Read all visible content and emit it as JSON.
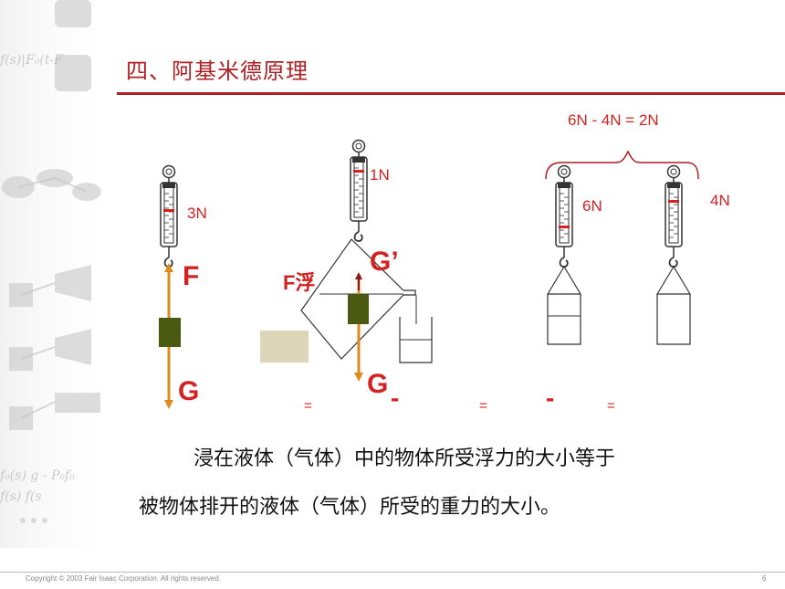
{
  "title": "四、阿基米德原理",
  "formula": "6N - 4N =  2N",
  "labels": {
    "s1_reading": "3N",
    "s2_reading": "1N",
    "s3_reading": "6N",
    "s4_reading": "4N",
    "f1": "F",
    "f_buoy": "F浮",
    "g_prime": "G’",
    "g1": "G",
    "g2": "G",
    "minus1": "-",
    "minus2": "-",
    "eq1": "=",
    "eq2": "=",
    "eq3": "="
  },
  "paragraph": {
    "line1": "浸在液体（气体）中的物体所受浮力的大小等于",
    "line2": "被物体排开的液体（气体）所受的重力的大小。"
  },
  "footer": "Copyright © 2003 Fair Isaac Corporation. All rights reserved.",
  "page_number": "6",
  "colors": {
    "title": "#b11f24",
    "label": "#d32222",
    "rod": "#e08a1e",
    "block": "#4a5a10"
  }
}
